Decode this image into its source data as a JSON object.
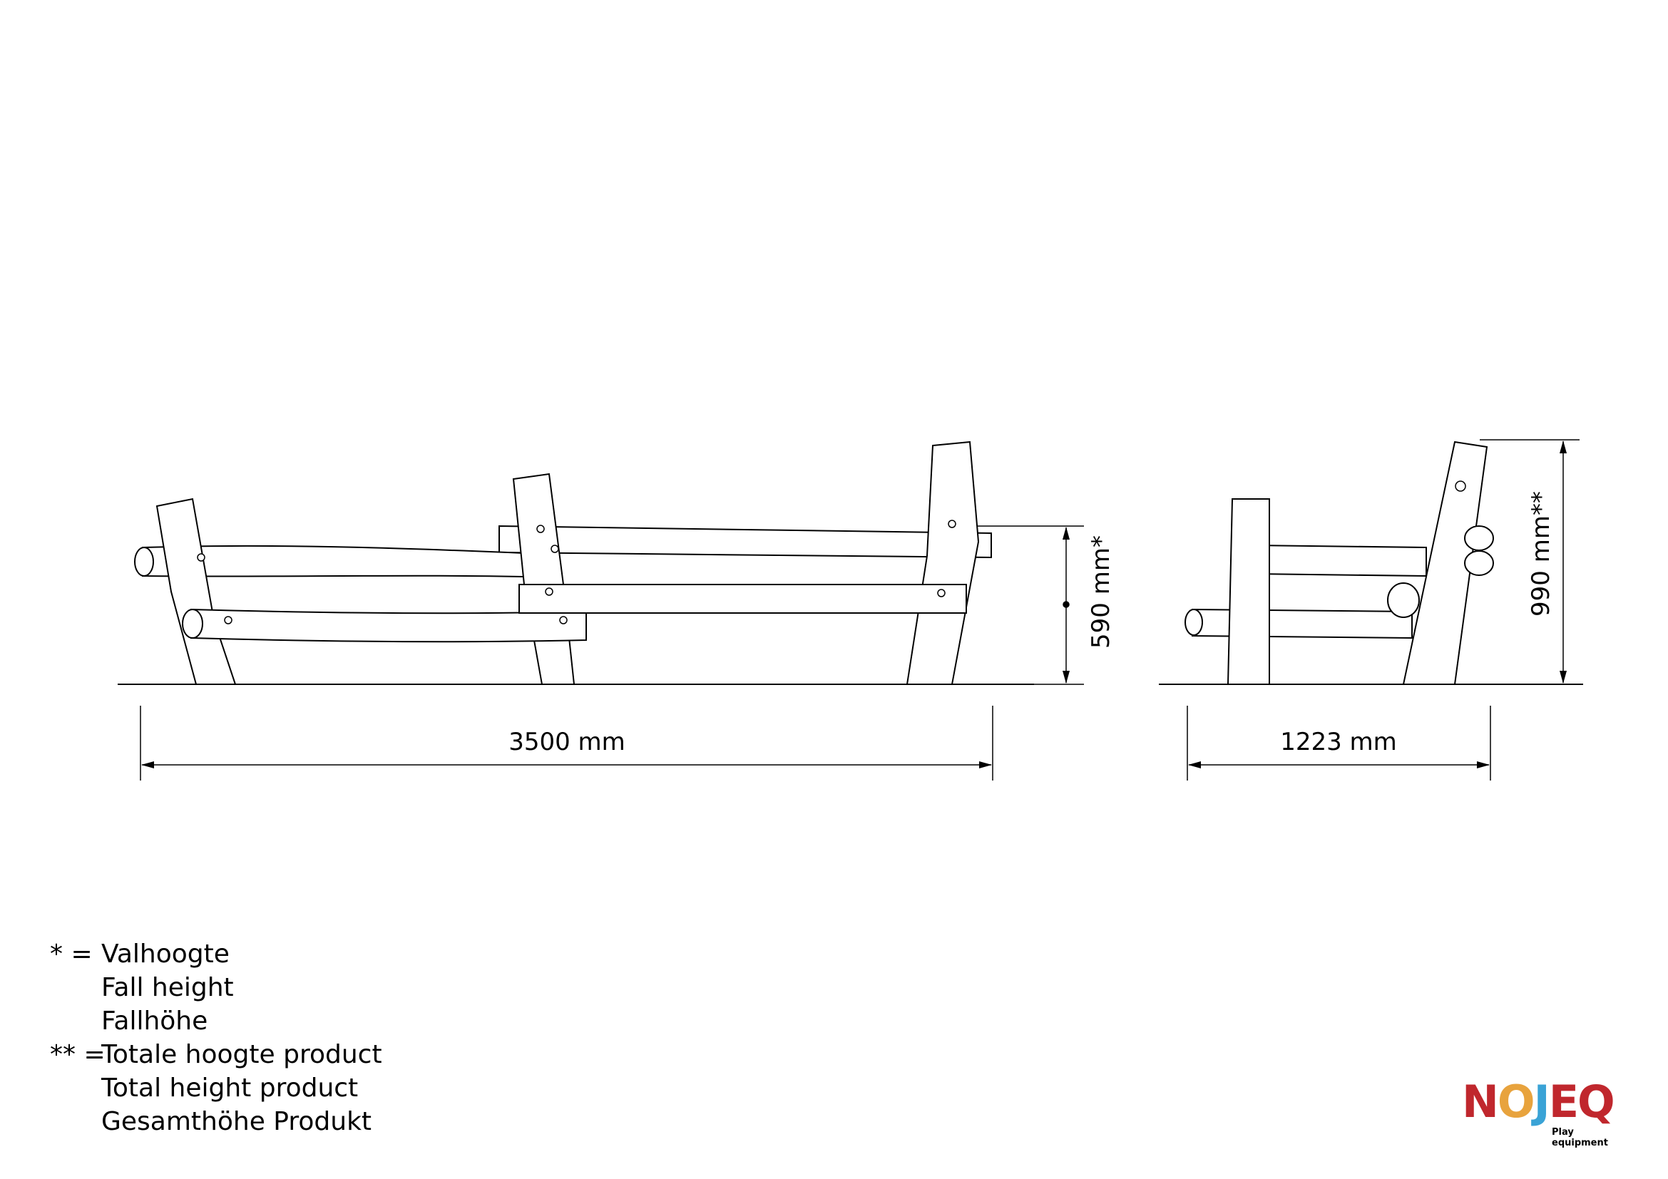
{
  "dimensions": {
    "front_width": "3500 mm",
    "front_height": "590 mm*",
    "side_width": "1223 mm",
    "side_height": "990 mm**"
  },
  "legend": [
    {
      "key": "* =",
      "text": "Valhoogte"
    },
    {
      "key": "",
      "text": "Fall height"
    },
    {
      "key": "",
      "text": "Fallhöhe"
    },
    {
      "key": "** =",
      "text": "Totale hoogte product"
    },
    {
      "key": "",
      "text": "Total height product"
    },
    {
      "key": "",
      "text": "Gesamthöhe Produkt"
    }
  ],
  "logo": {
    "part1": "N",
    "part2": "O",
    "part3": "J",
    "part4": "EQ",
    "tagline": "Play equipment",
    "colors": {
      "red": "#c0272d",
      "orange": "#e8a33d",
      "blue": "#3aa3d6",
      "green": "#2e8b57"
    }
  }
}
